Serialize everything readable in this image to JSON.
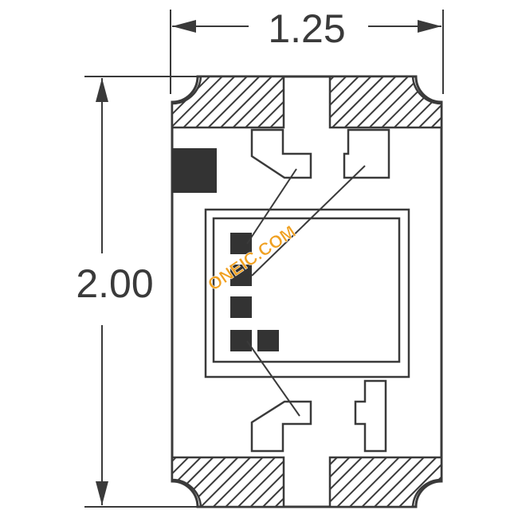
{
  "dimensions": {
    "width_label": "1.25",
    "height_label": "2.00"
  },
  "watermark": {
    "text": "ONEIC.COM",
    "color": "#f0a020"
  },
  "colors": {
    "line": "#3a3a3a",
    "fill_dark": "#333333",
    "background": "#ffffff"
  }
}
